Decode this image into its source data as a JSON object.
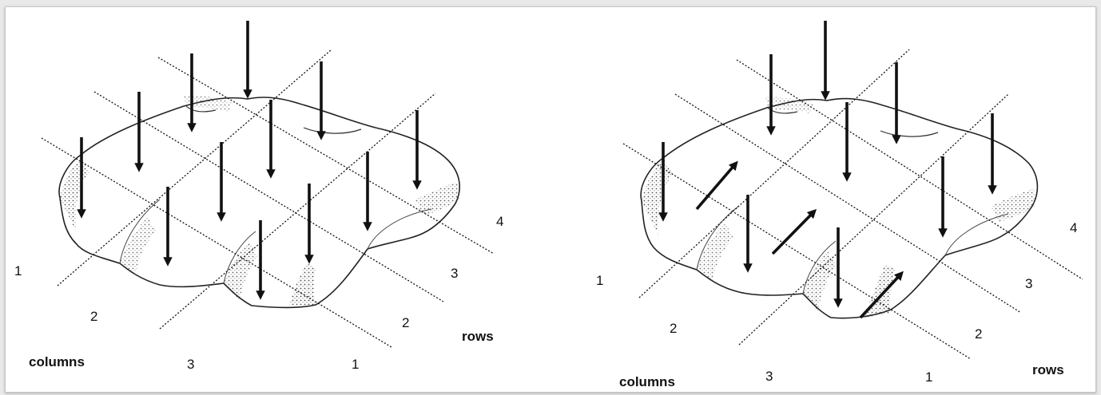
{
  "left_panel": {
    "labels": {
      "col_1": "1",
      "col_2": "2",
      "col_3": "3",
      "columns": "columns",
      "row_1": "1",
      "row_2": "2",
      "row_3": "3",
      "row_4": "4",
      "rows": "rows"
    }
  },
  "right_panel": {
    "labels": {
      "col_1": "1",
      "col_2": "2",
      "col_3": "3",
      "columns": "columns",
      "row_1": "1",
      "row_2": "2",
      "row_3": "3",
      "row_4": "4",
      "rows": "rows"
    }
  },
  "colors": {
    "ink": "#111111",
    "background": "#ffffff",
    "page": "#e9e9e9"
  }
}
